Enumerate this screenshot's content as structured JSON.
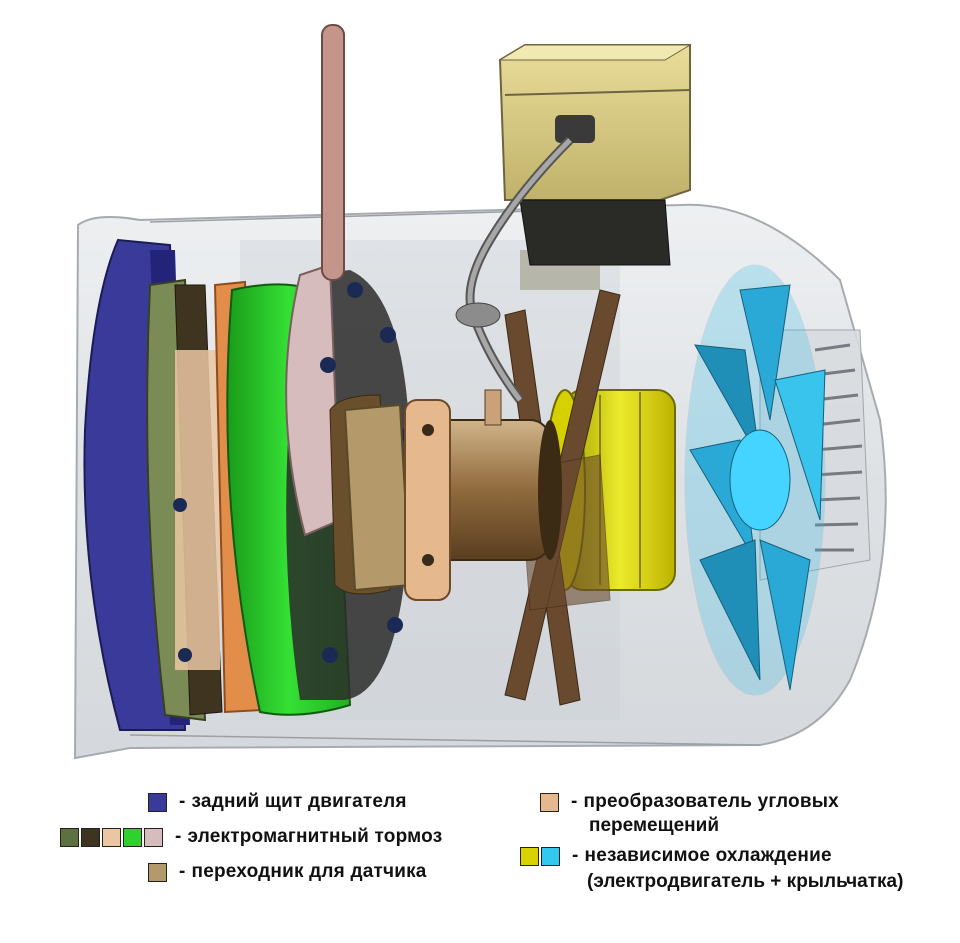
{
  "legend": {
    "items": [
      {
        "label": "задний щит двигателя",
        "colors": [
          "#3a3a9a"
        ]
      },
      {
        "label": "электромагнитный тормоз",
        "colors": [
          "#5d7040",
          "#3e3420",
          "#eac7a2",
          "#2fd12f",
          "#d6bcbc"
        ]
      },
      {
        "label": "переходник для датчика",
        "colors": [
          "#b49a6a"
        ]
      },
      {
        "label": "преобразователь угловых",
        "label_cont": "перемещений",
        "colors": [
          "#e6b88e"
        ]
      },
      {
        "label": "независимое охлаждение",
        "label_cont": "(электродвигатель + крыльчатка)",
        "colors": [
          "#d9d200",
          "#33c8ee"
        ]
      }
    ],
    "dash": "-"
  }
}
